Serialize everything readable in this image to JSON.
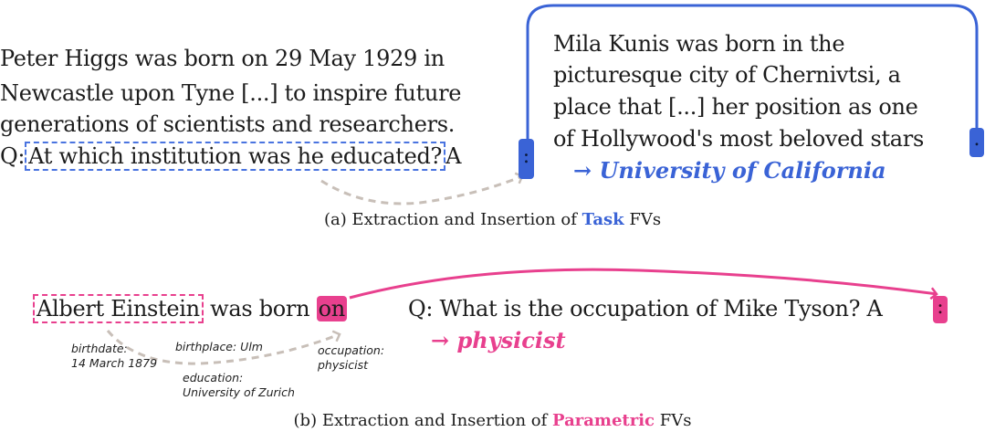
{
  "task_section": {
    "left_lines": [
      "Peter Higgs was born on 29 May 1929 in",
      "Newcastle upon Tyne [...] to inspire future",
      "generations of scientists and researchers."
    ],
    "question_prefix": "Q:",
    "question": "At which institution was he educated?",
    "answer_prefix": "A",
    "answer_token": ":",
    "right_lines": [
      "Mila Kunis was born in the",
      "picturesque city of Chernivtsi, a",
      "place that [...] her position as one",
      "of Hollywood's most beloved stars"
    ],
    "right_token": ".",
    "result": "→ University of California",
    "caption_prefix": "(a) Extraction and Insertion of ",
    "caption_highlight": "Task",
    "caption_suffix": " FVs"
  },
  "parametric_section": {
    "subject": "Albert Einstein",
    "middle": "was born",
    "token": "on",
    "question": "Q: What is the occupation of Mike Tyson? A",
    "answer_token": ":",
    "result": "→ physicist",
    "attributes": {
      "birthdate": [
        "birthdate:",
        "14 March 1879"
      ],
      "birthplace": "birthplace: Ulm",
      "education": [
        "education:",
        "University of Zurich"
      ],
      "occupation": [
        "occupation:",
        "physicist"
      ]
    },
    "caption_prefix": "(b) Extraction and Insertion of ",
    "caption_highlight": "Parametric",
    "caption_suffix": " FVs"
  },
  "colors": {
    "blue": "#3a63d6",
    "pink": "#e8408e",
    "gray": "#c8bfb8"
  }
}
